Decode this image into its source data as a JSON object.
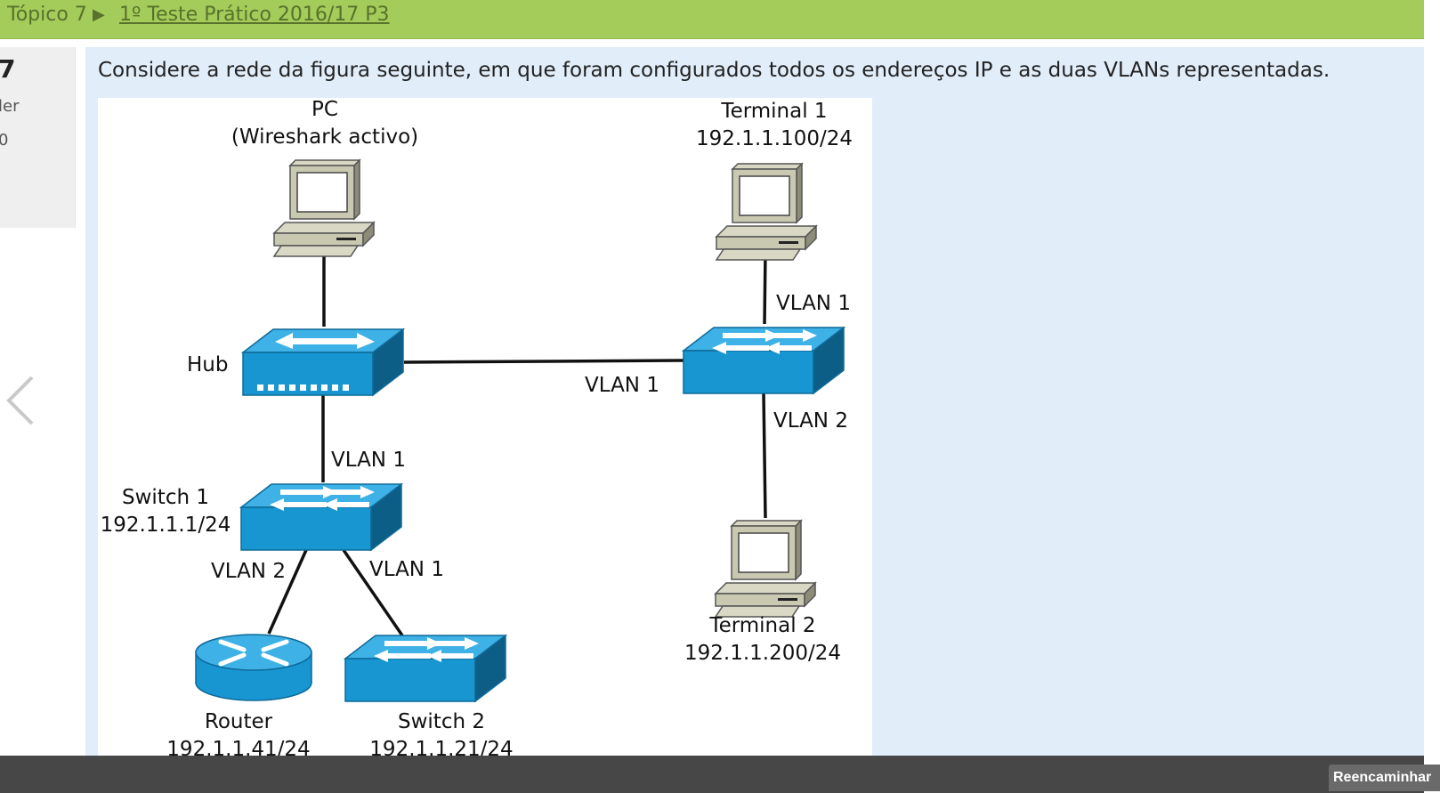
{
  "breadcrumb": {
    "topic": "Tópico 7",
    "separator": "▶",
    "title": "1º Teste Prático 2016/17 P3"
  },
  "sidebar": {
    "number": "7",
    "line1": "ler",
    "line2": "0"
  },
  "post": {
    "text": "Considere a rede da figura seguinte, em que foram configurados todos os endereços IP e as duas VLANs representadas."
  },
  "diagram": {
    "pc": {
      "name": "PC",
      "note": "(Wireshark activo)"
    },
    "terminal1": {
      "name": "Terminal 1",
      "ip": "192.1.1.100/24"
    },
    "terminal2": {
      "name": "Terminal 2",
      "ip": "192.1.1.200/24"
    },
    "hub": {
      "name": "Hub"
    },
    "switch1": {
      "name": "Switch 1",
      "ip": "192.1.1.1/24"
    },
    "switch2": {
      "name": "Switch 2",
      "ip": "192.1.1.21/24"
    },
    "router": {
      "name": "Router",
      "ip": "192.1.1.41/24"
    },
    "links": {
      "hub_switch1": "VLAN 1",
      "hub_switch3": "VLAN 1",
      "switch3_terminal1": "VLAN 1",
      "switch3_terminal2": "VLAN 2",
      "switch1_router": "VLAN 2",
      "switch1_switch2": "VLAN 1"
    }
  },
  "footer": {
    "forward_label": "Reencaminhar"
  },
  "colors": {
    "topbar": "#a4cc5a",
    "device_blue": "#1796d2",
    "post_bg": "#e1edf9"
  }
}
